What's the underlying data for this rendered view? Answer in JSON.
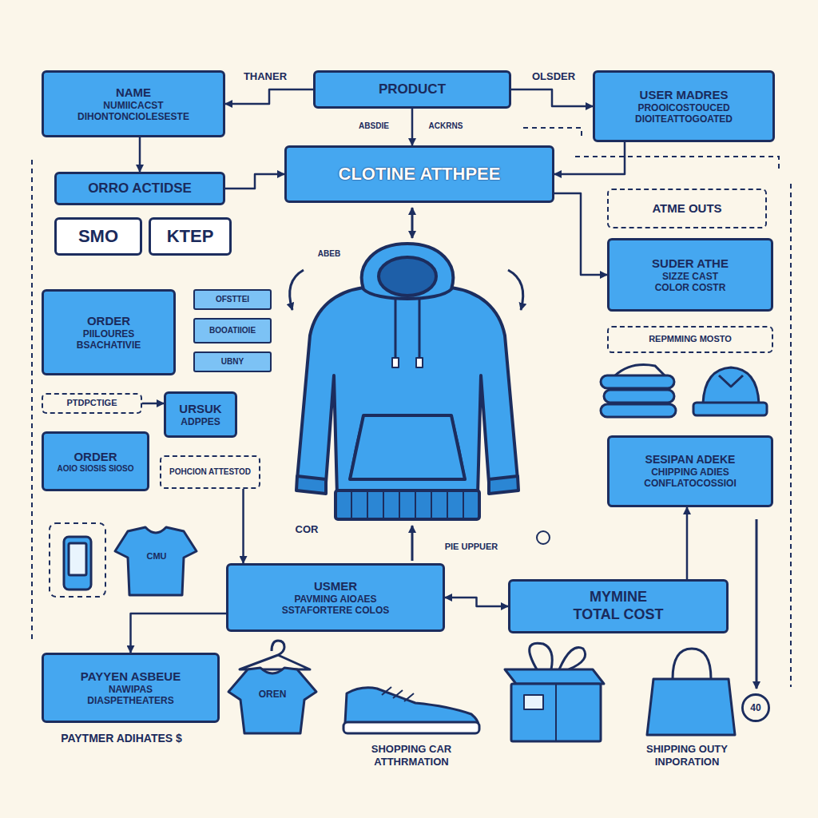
{
  "diagram": {
    "nodes": [
      {
        "text": [
          "NAME",
          "NUMIICACST",
          "DIHONTONCIOLESESTE"
        ]
      },
      {
        "text": [
          "PRODUCT"
        ]
      },
      {
        "text": [
          "USER MADRES",
          "PROOICOSTOUCED",
          "DIOITEATTOGOATED"
        ]
      },
      {
        "text": [
          "CLOTINE ATTHPEE"
        ]
      },
      {
        "text": [
          "ORRO ACTIDSE"
        ]
      },
      {
        "text": [
          "SMO"
        ]
      },
      {
        "text": [
          "KTEP"
        ]
      },
      {
        "text": [
          "ATME OUTS"
        ]
      },
      {
        "text": [
          "SUDER ATHE",
          "SIZZE CAST",
          "COLOR COSTR"
        ]
      },
      {
        "text": [
          "REPMMING MOSTO"
        ]
      },
      {
        "text": [
          "ORDER",
          "PIILOURES",
          "BSACHATIVIE"
        ]
      },
      {
        "text": [
          "OFSTTEI"
        ]
      },
      {
        "text": [
          "BOOATIIOIE"
        ]
      },
      {
        "text": [
          "UBNY"
        ]
      },
      {
        "text": [
          "PTDPCTIGE"
        ]
      },
      {
        "text": [
          "URSUK",
          "ADPPES"
        ]
      },
      {
        "text": [
          "ORDER",
          "AOIO SIOSIS SIOSO"
        ]
      },
      {
        "text": [
          "POHCION ATTESTOD"
        ]
      },
      {
        "text": [
          "SESIPAN ADEKE",
          "CHIPPING ADIES",
          "CONFLATOCOSSIOI"
        ]
      },
      {
        "text": [
          "USMER",
          "PAVMING AIOAES",
          "SSTAFORTERE COLOS"
        ]
      },
      {
        "text": [
          "MYMINE",
          "TOTAL COST"
        ]
      },
      {
        "text": [
          "PAYYEN ASBEUE",
          "NAWIPAS",
          "DIASPETHEATERS"
        ]
      },
      {
        "text": [
          "40"
        ]
      }
    ],
    "edges": [
      {
        "from": 1,
        "to": 0,
        "arrow": "to"
      },
      {
        "from": 1,
        "to": 2,
        "arrow": "to"
      },
      {
        "from": 1,
        "to": 3,
        "arrow": "to"
      },
      {
        "from": 0,
        "to": 4,
        "arrow": "to"
      },
      {
        "from": 4,
        "to": 3,
        "arrow": "to"
      },
      {
        "from": 2,
        "to": 3,
        "arrow": "to"
      },
      {
        "from": 3,
        "to": 8,
        "arrow": "to"
      },
      {
        "from": 14,
        "to": 15,
        "arrow": "to"
      },
      {
        "from": 19,
        "to": 20,
        "arrow": "both"
      },
      {
        "from": 20,
        "to": 18,
        "arrow": "to"
      },
      {
        "from": 19,
        "to": 21,
        "arrow": "to"
      },
      {
        "from": 17,
        "to": 19,
        "arrow": "to"
      }
    ],
    "labels": [
      "THANER",
      "OLSDER",
      "ABSDIE",
      "ACKRNS",
      "ABEB",
      "COR",
      "PIE UPPUER",
      "CMU",
      "OREN",
      "SHOPPING CAR ATTHRMATION",
      "SHIPPING OUTY INPORATION",
      "PAYTMER ADIHATES $"
    ]
  }
}
